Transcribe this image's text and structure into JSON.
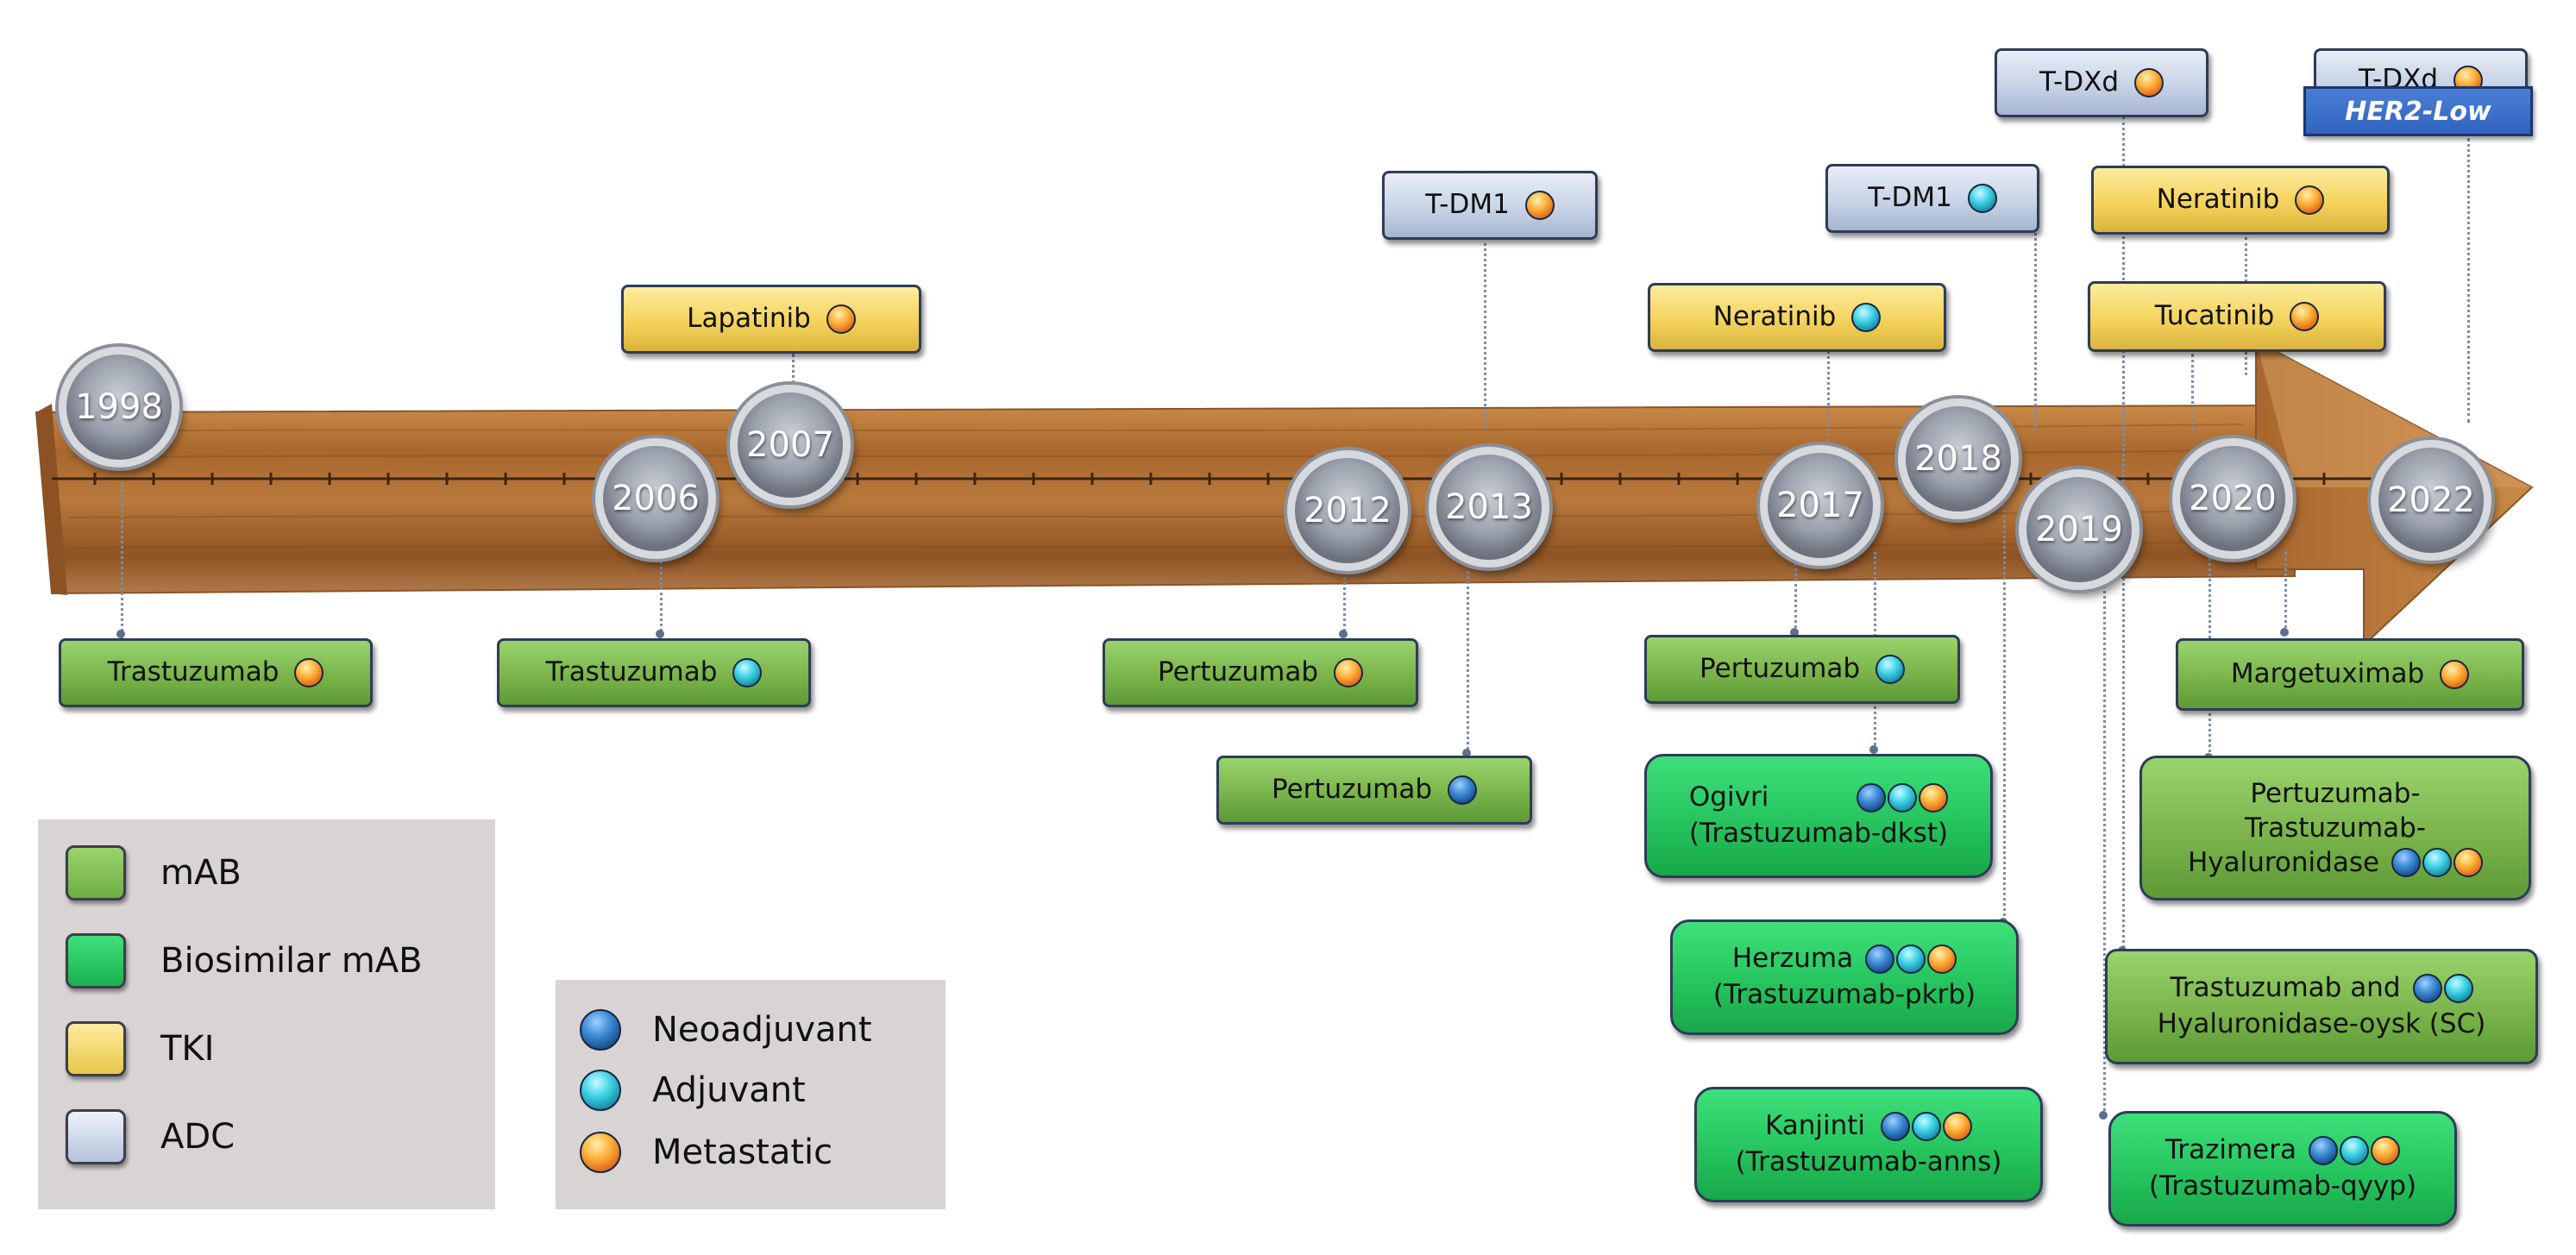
{
  "years": [
    "1998",
    "2006",
    "2007",
    "2012",
    "2013",
    "2017",
    "2018",
    "2019",
    "2020",
    "2022"
  ],
  "drugs": {
    "d1998": "Trastuzumab",
    "d2006": "Trastuzumab",
    "d2007": "Lapatinib",
    "d2012": "Pertuzumab",
    "d2013_adc": "T-DM1",
    "d2013_mab": "Pertuzumab",
    "d2017_tki": "Neratinib",
    "d2017_mab": "Pertuzumab",
    "ogivri_1": "Ogivri",
    "ogivri_2": "(Trastuzumab-dkst)",
    "d2018_adc": "T-DM1",
    "herzuma_1": "Herzuma",
    "herzuma_2": "(Trastuzumab-pkrb)",
    "kanjinti_1": "Kanjinti",
    "kanjinti_2": "(Trastuzumab-anns)",
    "d2019_adc": "T-DXd",
    "d2019_tki": "Neratinib",
    "trastuzumab_hyal_1": "Trastuzumab and",
    "trastuzumab_hyal_2": "Hyaluronidase-oysk (SC)",
    "trazimera_1": "Trazimera",
    "trazimera_2": "(Trastuzumab-qyyp)",
    "d2020_tki": "Tucatinib",
    "d2020_mab": "Margetuximab",
    "phesgo_1": "Pertuzumab-",
    "phesgo_2": "Trastuzumab-",
    "phesgo_3": "Hyaluronidase",
    "d2022_adc": "T-DXd",
    "her2_low": "HER2-Low"
  },
  "legend_class": {
    "mab": "mAB",
    "biosimilar": "Biosimilar mAB",
    "tki": "TKI",
    "adc": "ADC"
  },
  "legend_indication": {
    "neoadjuvant": "Neoadjuvant",
    "adjuvant": "Adjuvant",
    "metastatic": "Metastatic"
  },
  "colors": {
    "mab": "#7ab44b",
    "biosimilar": "#25c45e",
    "tki": "#f4d35c",
    "adc": "#c7d3e7",
    "neoadjuvant": "#3d8ad6",
    "adjuvant": "#3fd2e6",
    "metastatic": "#ffb13a",
    "arrow": "#a8672e",
    "legend_bg": "#d8d4d3"
  }
}
